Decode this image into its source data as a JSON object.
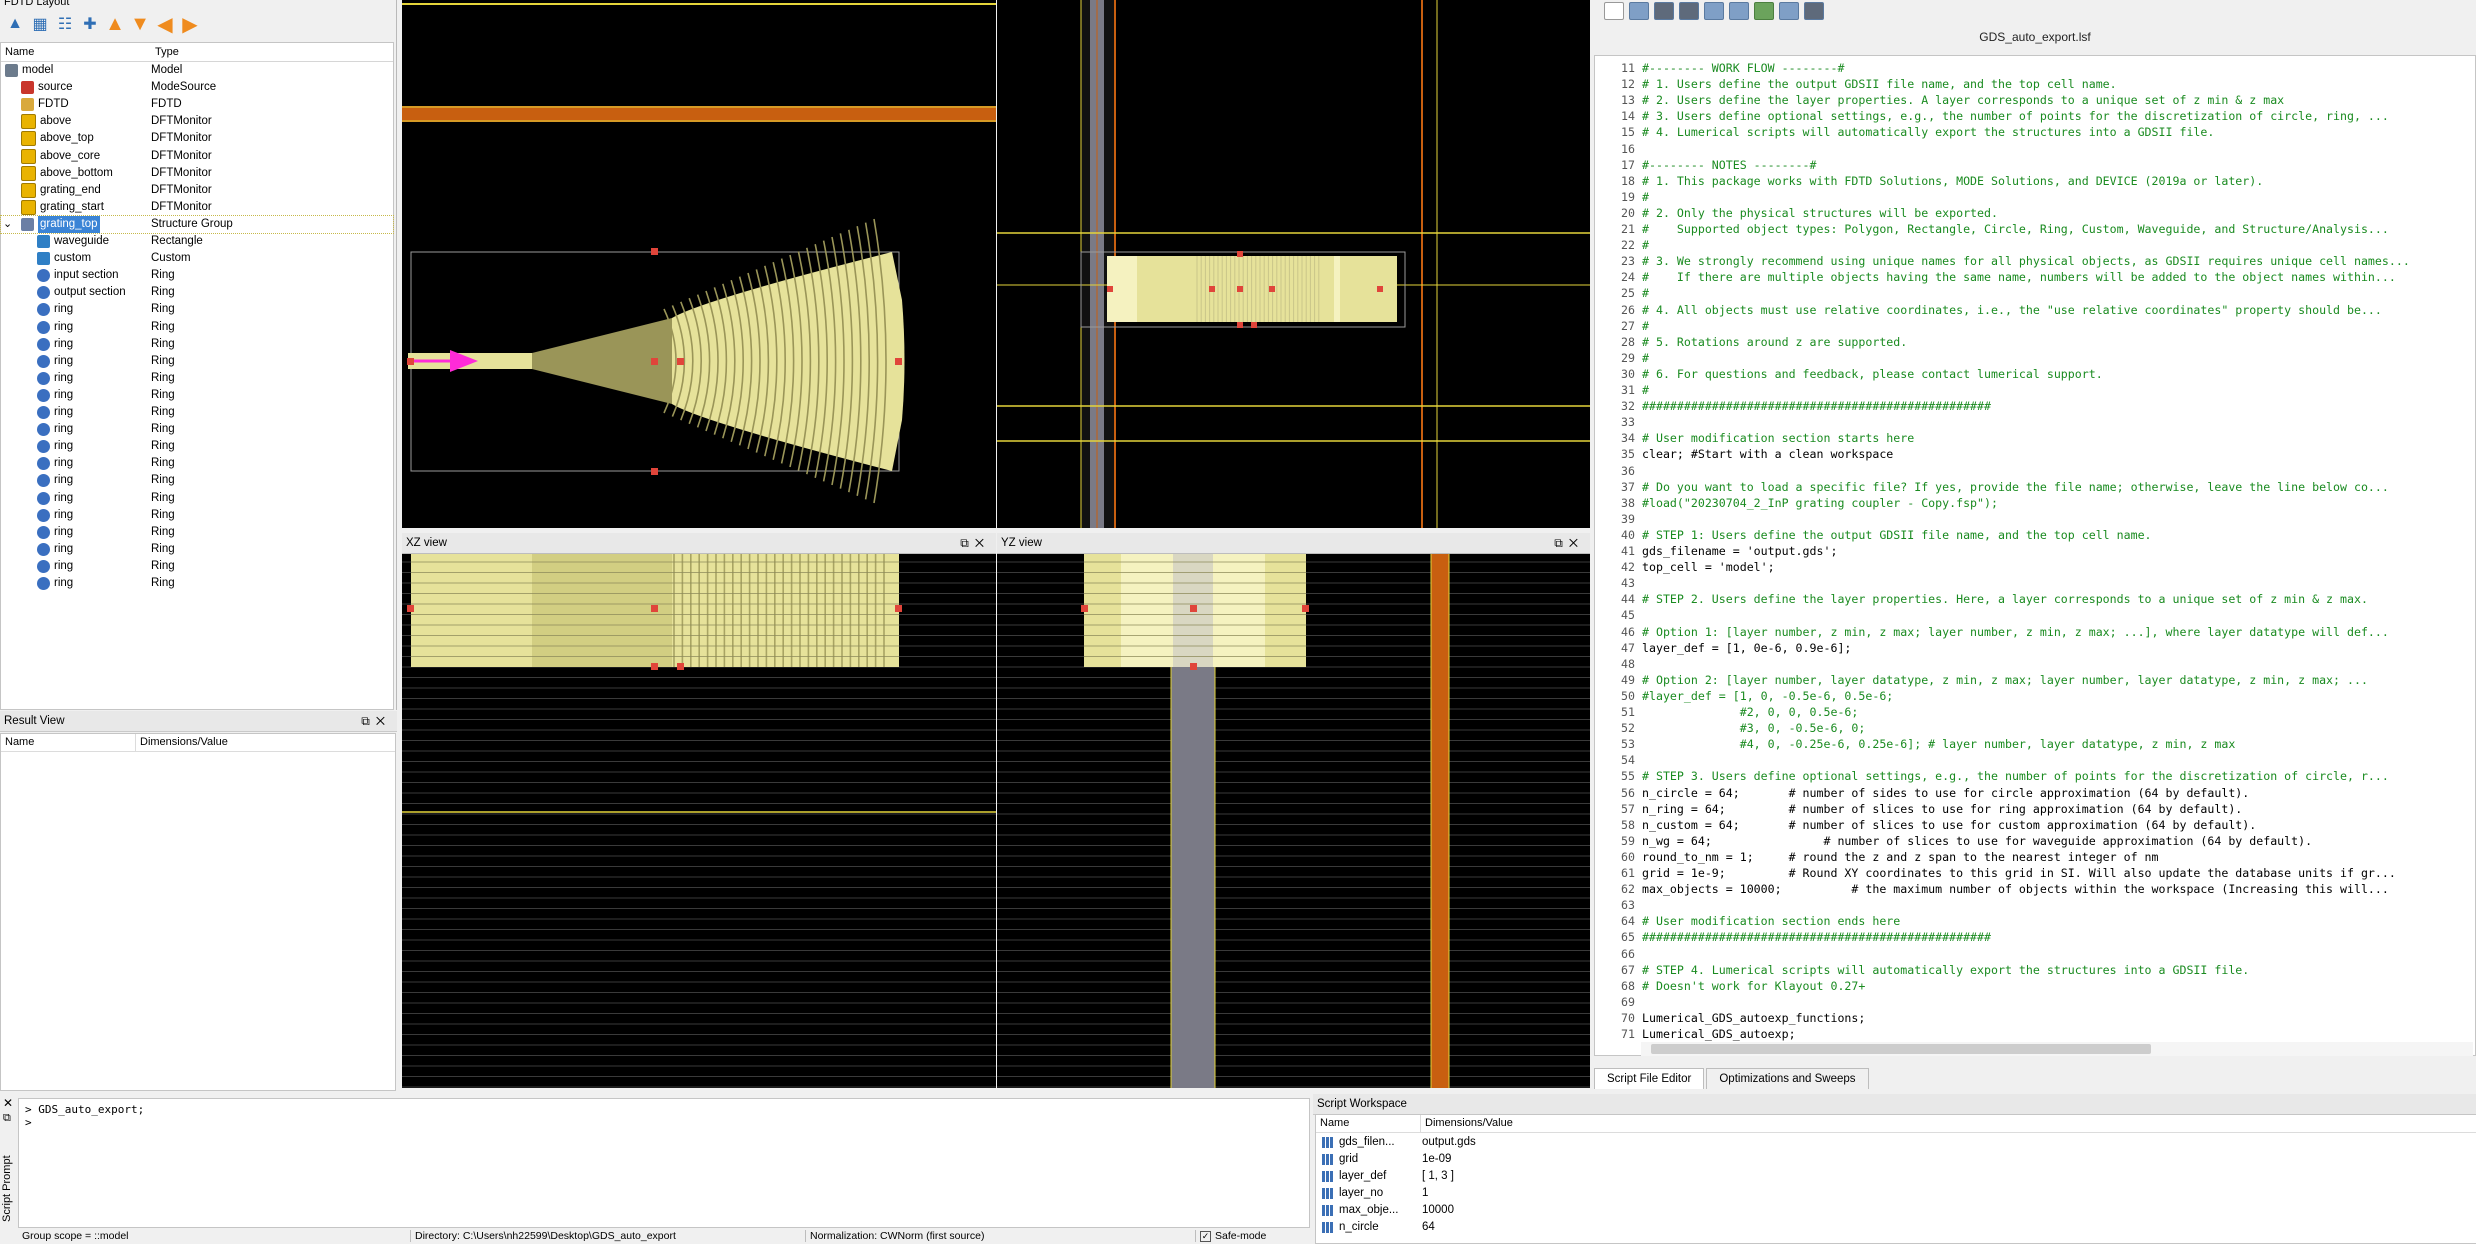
{
  "left_panel": {
    "title": "FDTD Layout",
    "columns": [
      "Name",
      "Type"
    ],
    "items": [
      {
        "name": "model",
        "type": "Model",
        "icon": "model-icon",
        "indent": 0
      },
      {
        "name": "source",
        "type": "ModeSource",
        "icon": "source-icon",
        "indent": 1
      },
      {
        "name": "FDTD",
        "type": "FDTD",
        "icon": "fdtd-icon",
        "indent": 1
      },
      {
        "name": "above",
        "type": "DFTMonitor",
        "icon": "monitor-icon",
        "indent": 1
      },
      {
        "name": "above_top",
        "type": "DFTMonitor",
        "icon": "monitor-icon",
        "indent": 1
      },
      {
        "name": "above_core",
        "type": "DFTMonitor",
        "icon": "monitor-icon",
        "indent": 1
      },
      {
        "name": "above_bottom",
        "type": "DFTMonitor",
        "icon": "monitor-icon",
        "indent": 1
      },
      {
        "name": "grating_end",
        "type": "DFTMonitor",
        "icon": "monitor-icon",
        "indent": 1
      },
      {
        "name": "grating_start",
        "type": "DFTMonitor",
        "icon": "monitor-icon",
        "indent": 1
      },
      {
        "name": "grating_top",
        "type": "Structure Group",
        "icon": "structure-group-icon",
        "indent": 1,
        "selected": true
      },
      {
        "name": "waveguide",
        "type": "Rectangle",
        "icon": "rectangle-icon",
        "indent": 2
      },
      {
        "name": "custom",
        "type": "Custom",
        "icon": "custom-icon",
        "indent": 2
      },
      {
        "name": "input section",
        "type": "Ring",
        "icon": "ring-icon",
        "indent": 2
      },
      {
        "name": "output section",
        "type": "Ring",
        "icon": "ring-icon",
        "indent": 2
      },
      {
        "name": "ring",
        "type": "Ring",
        "icon": "ring-icon",
        "indent": 2
      },
      {
        "name": "ring",
        "type": "Ring",
        "icon": "ring-icon",
        "indent": 2
      },
      {
        "name": "ring",
        "type": "Ring",
        "icon": "ring-icon",
        "indent": 2
      },
      {
        "name": "ring",
        "type": "Ring",
        "icon": "ring-icon",
        "indent": 2
      },
      {
        "name": "ring",
        "type": "Ring",
        "icon": "ring-icon",
        "indent": 2
      },
      {
        "name": "ring",
        "type": "Ring",
        "icon": "ring-icon",
        "indent": 2
      },
      {
        "name": "ring",
        "type": "Ring",
        "icon": "ring-icon",
        "indent": 2
      },
      {
        "name": "ring",
        "type": "Ring",
        "icon": "ring-icon",
        "indent": 2
      },
      {
        "name": "ring",
        "type": "Ring",
        "icon": "ring-icon",
        "indent": 2
      },
      {
        "name": "ring",
        "type": "Ring",
        "icon": "ring-icon",
        "indent": 2
      },
      {
        "name": "ring",
        "type": "Ring",
        "icon": "ring-icon",
        "indent": 2
      },
      {
        "name": "ring",
        "type": "Ring",
        "icon": "ring-icon",
        "indent": 2
      },
      {
        "name": "ring",
        "type": "Ring",
        "icon": "ring-icon",
        "indent": 2
      },
      {
        "name": "ring",
        "type": "Ring",
        "icon": "ring-icon",
        "indent": 2
      },
      {
        "name": "ring",
        "type": "Ring",
        "icon": "ring-icon",
        "indent": 2
      },
      {
        "name": "ring",
        "type": "Ring",
        "icon": "ring-icon",
        "indent": 2
      },
      {
        "name": "ring",
        "type": "Ring",
        "icon": "ring-icon",
        "indent": 2
      }
    ]
  },
  "result_view": {
    "title": "Result View",
    "columns": [
      "Name",
      "Dimensions/Value"
    ]
  },
  "views": {
    "xz_title": "XZ view",
    "yz_title": "YZ view"
  },
  "editor": {
    "filename": "GDS_auto_export.lsf",
    "tabs": [
      "Script File Editor",
      "Optimizations and Sweeps"
    ],
    "lines": [
      {
        "n": "11",
        "t": "#-------- WORK FLOW --------#",
        "c": "comment"
      },
      {
        "n": "12",
        "t": "# 1. Users define the output GDSII file name, and the top cell name.",
        "c": "comment"
      },
      {
        "n": "13",
        "t": "# 2. Users define the layer properties. A layer corresponds to a unique set of z min & z max",
        "c": "comment"
      },
      {
        "n": "14",
        "t": "# 3. Users define optional settings, e.g., the number of points for the discretization of circle, ring, ...",
        "c": "comment"
      },
      {
        "n": "15",
        "t": "# 4. Lumerical scripts will automatically export the structures into a GDSII file.",
        "c": "comment"
      },
      {
        "n": "16",
        "t": "",
        "c": ""
      },
      {
        "n": "17",
        "t": "#-------- NOTES --------#",
        "c": "comment"
      },
      {
        "n": "18",
        "t": "# 1. This package works with FDTD Solutions, MODE Solutions, and DEVICE (2019a or later).",
        "c": "comment"
      },
      {
        "n": "19",
        "t": "#",
        "c": "comment"
      },
      {
        "n": "20",
        "t": "# 2. Only the physical structures will be exported.",
        "c": "comment"
      },
      {
        "n": "21",
        "t": "#    Supported object types: Polygon, Rectangle, Circle, Ring, Custom, Waveguide, and Structure/Analysis...",
        "c": "comment"
      },
      {
        "n": "22",
        "t": "#",
        "c": "comment"
      },
      {
        "n": "23",
        "t": "# 3. We strongly recommend using unique names for all physical objects, as GDSII requires unique cell names...",
        "c": "comment"
      },
      {
        "n": "24",
        "t": "#    If there are multiple objects having the same name, numbers will be added to the object names within...",
        "c": "comment"
      },
      {
        "n": "25",
        "t": "#",
        "c": "comment"
      },
      {
        "n": "26",
        "t": "# 4. All objects must use relative coordinates, i.e., the \"use relative coordinates\" property should be...",
        "c": "comment"
      },
      {
        "n": "27",
        "t": "#",
        "c": "comment"
      },
      {
        "n": "28",
        "t": "# 5. Rotations around z are supported.",
        "c": "comment"
      },
      {
        "n": "29",
        "t": "#",
        "c": "comment"
      },
      {
        "n": "30",
        "t": "# 6. For questions and feedback, please contact lumerical support.",
        "c": "comment"
      },
      {
        "n": "31",
        "t": "#",
        "c": "comment"
      },
      {
        "n": "32",
        "t": "##################################################",
        "c": "comment"
      },
      {
        "n": "33",
        "t": "",
        "c": ""
      },
      {
        "n": "34",
        "t": "# User modification section starts here",
        "c": "comment"
      },
      {
        "n": "35",
        "t": "clear; #Start with a clean workspace",
        "c": ""
      },
      {
        "n": "36",
        "t": "",
        "c": ""
      },
      {
        "n": "37",
        "t": "# Do you want to load a specific file? If yes, provide the file name; otherwise, leave the line below co...",
        "c": "comment"
      },
      {
        "n": "38",
        "t": "#load(\"20230704_2_InP grating coupler - Copy.fsp\");",
        "c": "comment"
      },
      {
        "n": "39",
        "t": "",
        "c": ""
      },
      {
        "n": "40",
        "t": "# STEP 1: Users define the output GDSII file name, and the top cell name.",
        "c": "comment"
      },
      {
        "n": "41",
        "t": "gds_filename = 'output.gds';",
        "c": ""
      },
      {
        "n": "42",
        "t": "top_cell = 'model';",
        "c": ""
      },
      {
        "n": "43",
        "t": "",
        "c": ""
      },
      {
        "n": "44",
        "t": "# STEP 2. Users define the layer properties. Here, a layer corresponds to a unique set of z min & z max.",
        "c": "comment"
      },
      {
        "n": "45",
        "t": "",
        "c": ""
      },
      {
        "n": "46",
        "t": "# Option 1: [layer number, z min, z max; layer number, z min, z max; ...], where layer datatype will def...",
        "c": "comment"
      },
      {
        "n": "47",
        "t": "layer_def = [1, 0e-6, 0.9e-6];",
        "c": ""
      },
      {
        "n": "48",
        "t": "",
        "c": ""
      },
      {
        "n": "49",
        "t": "# Option 2: [layer number, layer datatype, z min, z max; layer number, layer datatype, z min, z max; ...",
        "c": "comment"
      },
      {
        "n": "50",
        "t": "#layer_def = [1, 0, -0.5e-6, 0.5e-6;",
        "c": "comment"
      },
      {
        "n": "51",
        "t": "              #2, 0, 0, 0.5e-6;",
        "c": "comment"
      },
      {
        "n": "52",
        "t": "              #3, 0, -0.5e-6, 0;",
        "c": "comment"
      },
      {
        "n": "53",
        "t": "              #4, 0, -0.25e-6, 0.25e-6]; # layer number, layer datatype, z min, z max",
        "c": "comment"
      },
      {
        "n": "54",
        "t": "",
        "c": ""
      },
      {
        "n": "55",
        "t": "# STEP 3. Users define optional settings, e.g., the number of points for the discretization of circle, r...",
        "c": "comment"
      },
      {
        "n": "56",
        "t": "n_circle = 64;       # number of sides to use for circle approximation (64 by default).",
        "c": ""
      },
      {
        "n": "57",
        "t": "n_ring = 64;         # number of slices to use for ring approximation (64 by default).",
        "c": ""
      },
      {
        "n": "58",
        "t": "n_custom = 64;       # number of slices to use for custom approximation (64 by default).",
        "c": ""
      },
      {
        "n": "59",
        "t": "n_wg = 64;                # number of slices to use for waveguide approximation (64 by default).",
        "c": ""
      },
      {
        "n": "60",
        "t": "round_to_nm = 1;     # round the z and z span to the nearest integer of nm",
        "c": ""
      },
      {
        "n": "61",
        "t": "grid = 1e-9;         # Round XY coordinates to this grid in SI. Will also update the database units if gr...",
        "c": ""
      },
      {
        "n": "62",
        "t": "max_objects = 10000;          # the maximum number of objects within the workspace (Increasing this will...",
        "c": ""
      },
      {
        "n": "63",
        "t": "",
        "c": ""
      },
      {
        "n": "64",
        "t": "# User modification section ends here",
        "c": "comment"
      },
      {
        "n": "65",
        "t": "##################################################",
        "c": "comment"
      },
      {
        "n": "66",
        "t": "",
        "c": ""
      },
      {
        "n": "67",
        "t": "# STEP 4. Lumerical scripts will automatically export the structures into a GDSII file.",
        "c": "comment"
      },
      {
        "n": "68",
        "t": "# Doesn't work for Klayout 0.27+",
        "c": "comment"
      },
      {
        "n": "69",
        "t": "",
        "c": ""
      },
      {
        "n": "70",
        "t": "Lumerical_GDS_autoexp_functions;",
        "c": ""
      },
      {
        "n": "71",
        "t": "Lumerical_GDS_autoexp;",
        "c": ""
      }
    ]
  },
  "prompt": {
    "side_label": "Script Prompt",
    "line1": "> GDS_auto_export;",
    "line2": ">"
  },
  "status": {
    "group_scope": "Group scope = ::model",
    "directory": "Directory: C:\\Users\\nh22599\\Desktop\\GDS_auto_export",
    "normalization": "Normalization: CWNorm (first source)",
    "safe_mode": "Safe-mode"
  },
  "workspace": {
    "title": "Script Workspace",
    "columns": [
      "Name",
      "Dimensions/Value"
    ],
    "rows": [
      {
        "name": "gds_filen...",
        "value": "output.gds"
      },
      {
        "name": "grid",
        "value": "1e-09"
      },
      {
        "name": "layer_def",
        "value": "[ 1, 3 ]"
      },
      {
        "name": "layer_no",
        "value": "1"
      },
      {
        "name": "max_obje...",
        "value": "10000"
      },
      {
        "name": "n_circle",
        "value": "64"
      }
    ]
  },
  "colors": {
    "structure_fill": "#e6e29a",
    "structure_dark": "#9a9558",
    "monitor_line": "#e4d43a",
    "source_arrow": "#ff2bd8",
    "handle": "#e0453a",
    "fdtd_orange": "#c85f10",
    "comment_green": "#1a8b20"
  }
}
